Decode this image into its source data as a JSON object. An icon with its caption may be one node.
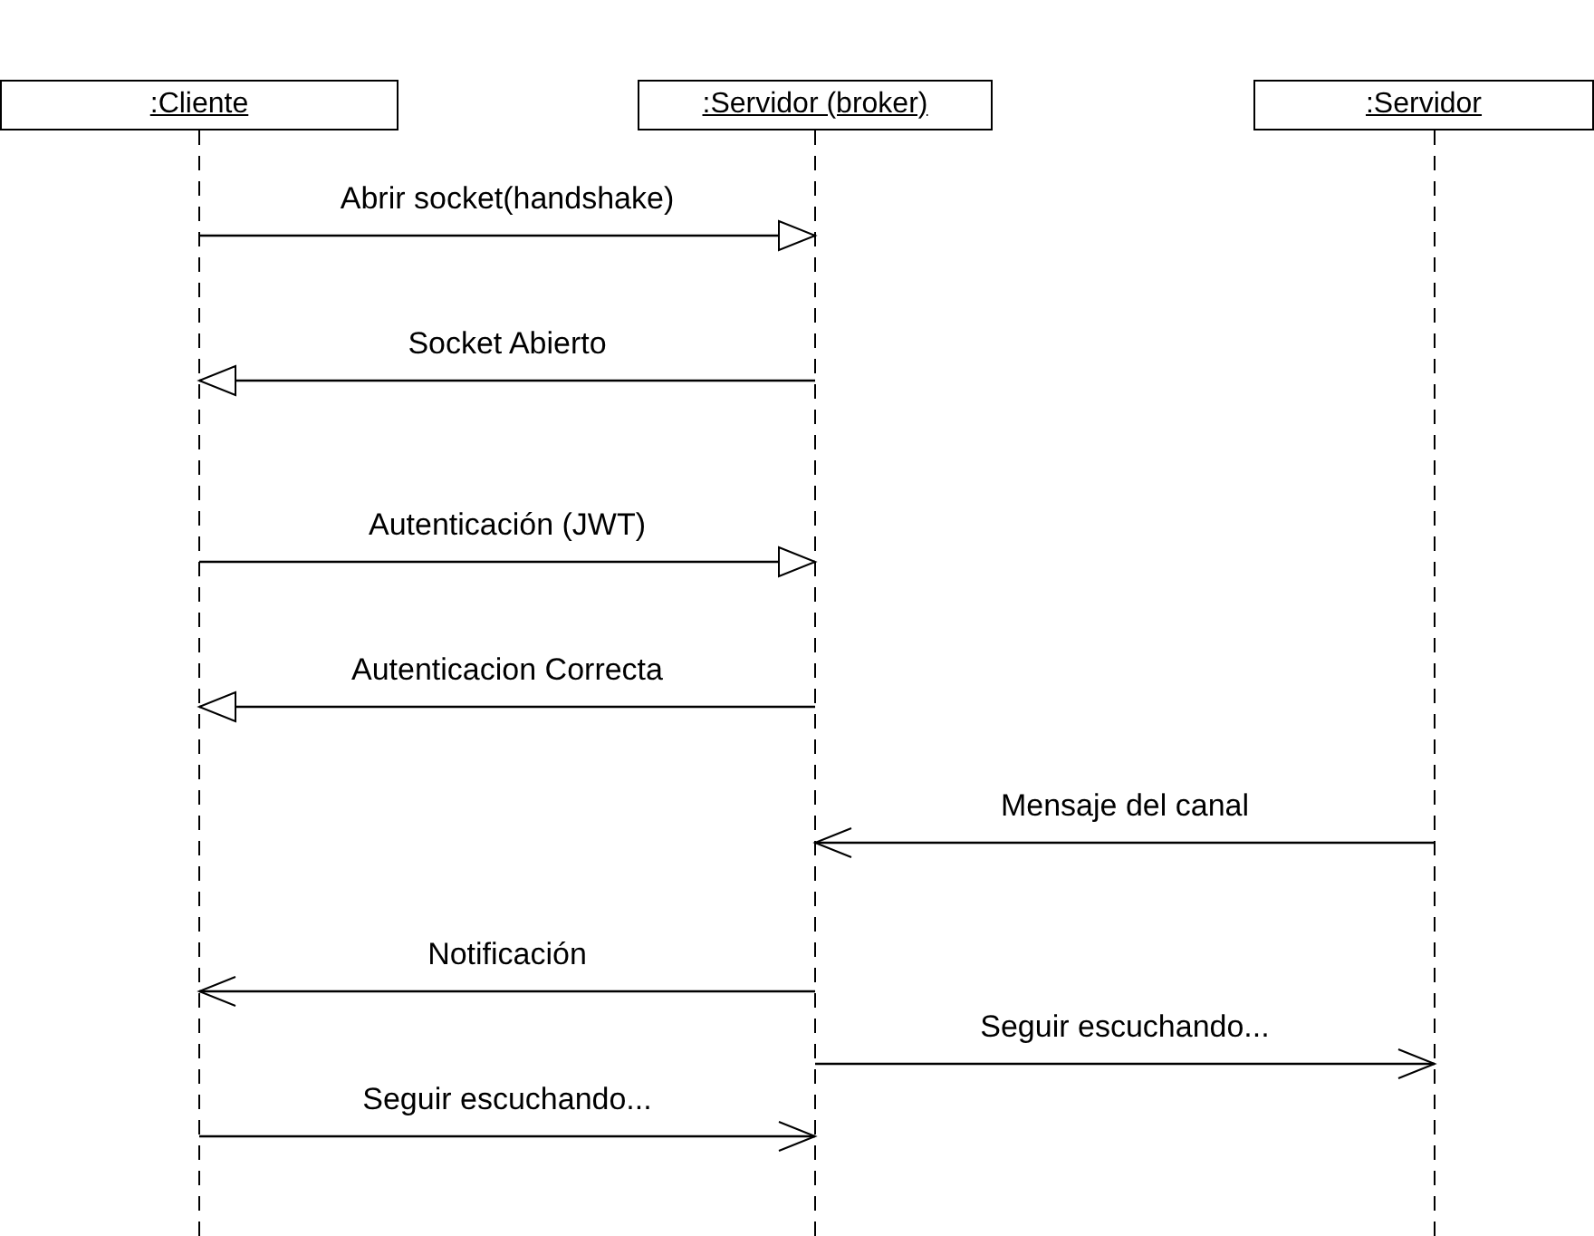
{
  "diagram": {
    "nodes": [
      {
        "text": [
          ":Cliente"
        ]
      },
      {
        "text": [
          ":Servidor (broker)"
        ]
      },
      {
        "text": [
          ":Servidor"
        ]
      }
    ],
    "edges": [
      {
        "from": 0,
        "to": 1,
        "arrow": "to",
        "label": "Abrir socket(handshake)"
      },
      {
        "from": 1,
        "to": 0,
        "arrow": "to",
        "label": "Socket Abierto"
      },
      {
        "from": 0,
        "to": 1,
        "arrow": "to",
        "label": "Autenticación (JWT)"
      },
      {
        "from": 1,
        "to": 0,
        "arrow": "to",
        "label": "Autenticacion Correcta"
      },
      {
        "from": 2,
        "to": 1,
        "arrow": "to",
        "label": "Mensaje del canal"
      },
      {
        "from": 1,
        "to": 0,
        "arrow": "to",
        "label": "Notificación"
      },
      {
        "from": 1,
        "to": 2,
        "arrow": "to",
        "label": "Seguir escuchando..."
      },
      {
        "from": 0,
        "to": 1,
        "arrow": "to",
        "label": "Seguir escuchando..."
      }
    ]
  }
}
